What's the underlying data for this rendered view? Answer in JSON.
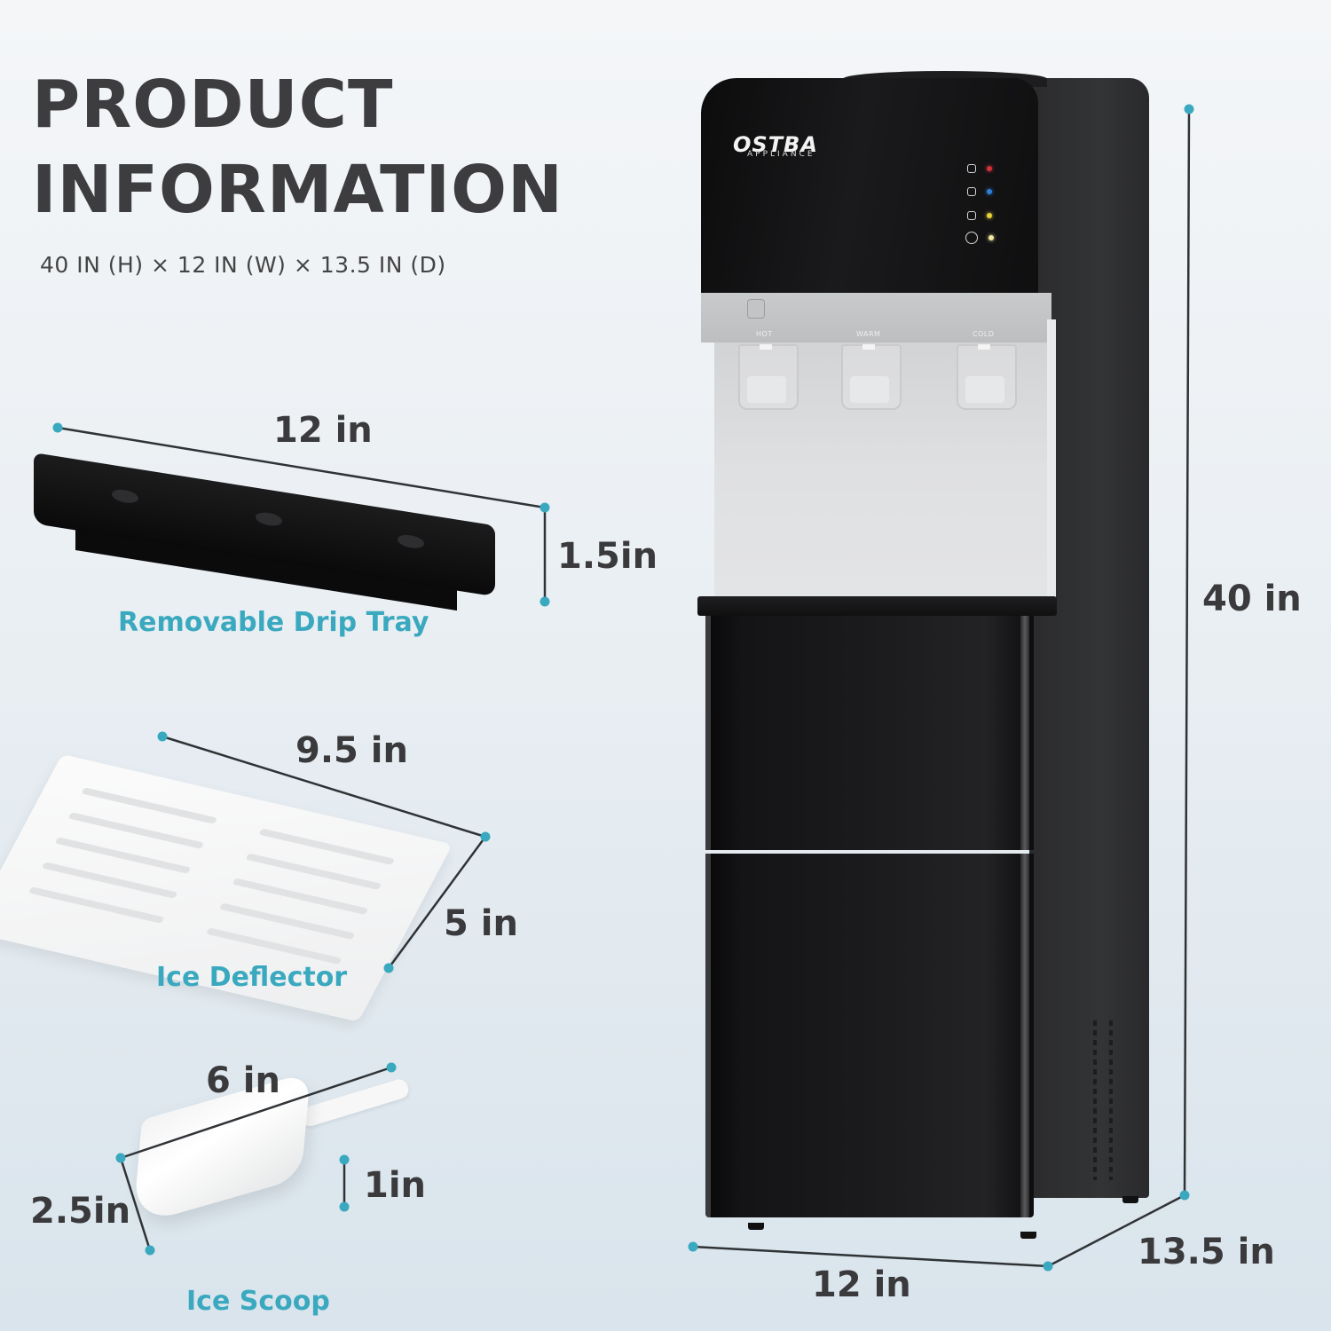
{
  "header": {
    "title_line1": "PRODUCT",
    "title_line2": "INFORMATION",
    "overall_dimensions": "40 IN (H) × 12 IN (W) × 13.5 IN (D)"
  },
  "product": {
    "brand": "OSTBA",
    "brand_sub": "APPLIANCE",
    "taps": [
      {
        "label": "HOT"
      },
      {
        "label": "WARM"
      },
      {
        "label": "COLD"
      }
    ],
    "indicators": [
      {
        "icon": "hot-water-icon",
        "color": "#d3323a"
      },
      {
        "icon": "cold-water-icon",
        "color": "#2f7ed8"
      },
      {
        "icon": "ice-icon",
        "color": "#e8d23a"
      },
      {
        "icon": "power-icon",
        "color": "#f0e9a0"
      }
    ],
    "dimensions": {
      "height": "40 in",
      "width": "12 in",
      "depth": "13.5 in"
    }
  },
  "accessories": [
    {
      "name": "Removable Drip Tray",
      "length": "12 in",
      "height": "1.5in"
    },
    {
      "name": "Ice Deflector",
      "length": "9.5 in",
      "width": "5 in"
    },
    {
      "name": "Ice Scoop",
      "length": "6 in",
      "width": "2.5in",
      "height": "1in"
    }
  ],
  "colors": {
    "accent": "#3aa9bf",
    "text_dark": "#3a3a3c",
    "dimension_line": "#2f3336"
  }
}
